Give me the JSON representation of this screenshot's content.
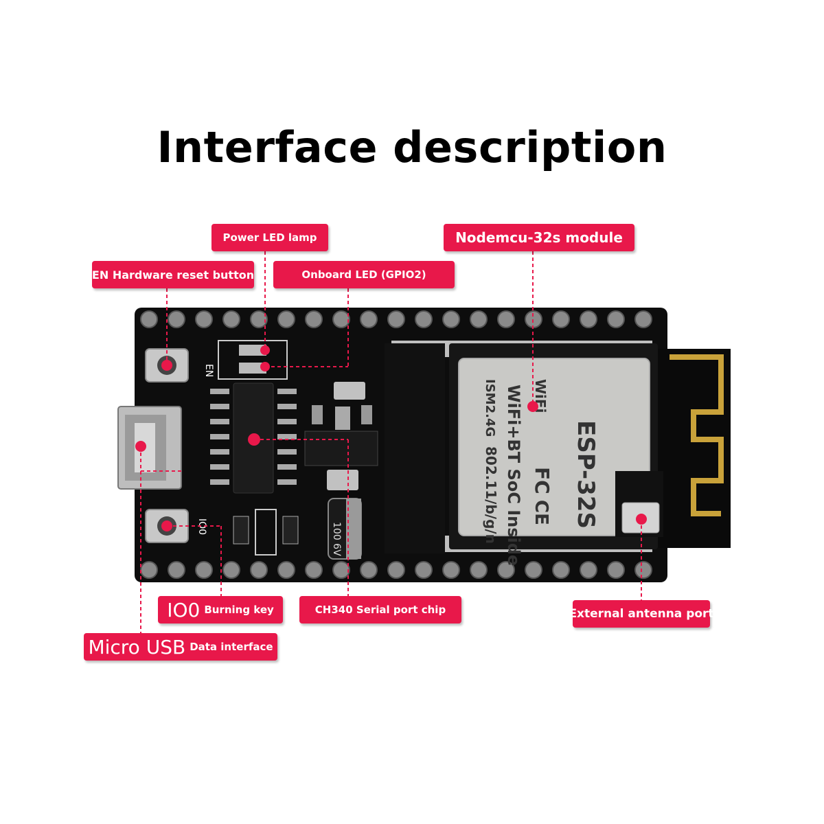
{
  "title": "Interface description",
  "labels": {
    "power_led": "Power LED lamp",
    "nodemcu": "Nodemcu-32s module",
    "en_button": "EN Hardware reset button",
    "onboard_led": "Onboard LED (GPIO2)",
    "io0_big": "IO0",
    "io0_small": "Burning key",
    "ch340": "CH340 Serial port chip",
    "antenna": "External antenna port",
    "usb_big": "Micro USB",
    "usb_small": "Data interface"
  },
  "silkscreen": {
    "en": "EN",
    "io0": "IO0",
    "cap": "100 6V"
  },
  "module_text": {
    "model": "ESP-32S",
    "line1": "WiFi+BT SoC Inside",
    "line2": "802.11/b/g/n",
    "line3": "ISM2.4G",
    "wifi": "WiFi",
    "fc": "FC",
    "ce": "CE"
  },
  "colors": {
    "accent": "#e8184a",
    "board": "#0d0d0d",
    "shield": "#c9c9c6",
    "antenna_trace": "#c9a23a"
  }
}
